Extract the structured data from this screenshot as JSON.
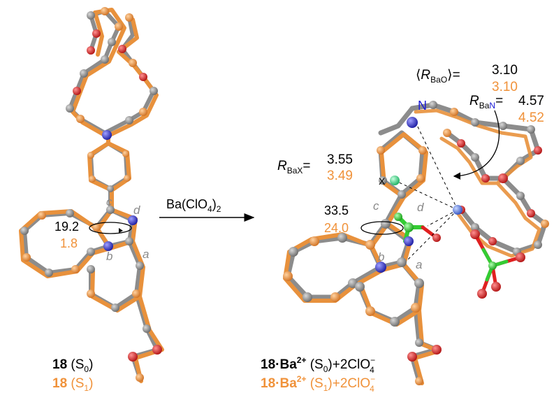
{
  "colors": {
    "s0_stick": "#8c8c8c",
    "s1_stick": "#e8913c",
    "carbon_s0": "#8f8f8f",
    "carbon_s1": "#f0923a",
    "nitrogen": "#3a3ad6",
    "oxygen": "#e02020",
    "chlorine": "#33cc33",
    "barium": "#5a7fe0",
    "dummy_x": "#3cdc8c",
    "text_black": "#000000",
    "text_orange": "#f0923a",
    "text_gray": "#8a8a8a",
    "text_blue": "#1a1ad6"
  },
  "left": {
    "angle_s0": "19.2",
    "angle_s1": "1.8",
    "bond_c": "c",
    "bond_d": "d",
    "bond_b": "b",
    "bond_a": "a",
    "caption_s0_num": "18",
    "caption_s0_state": " (S",
    "caption_s0_sub": "0",
    "caption_s0_close": ")",
    "caption_s1_num": "18",
    "caption_s1_state": " (S",
    "caption_s1_sub": "1",
    "caption_s1_close": ")"
  },
  "arrow": {
    "reagent_pre": "Ba(ClO",
    "reagent_sub": "4",
    "reagent_post": ")",
    "reagent_sub2": "2"
  },
  "right": {
    "rbao_label_open": "⟨",
    "rbao_R": "R",
    "rbao_sub": "BaO",
    "rbao_label_close": "⟩=",
    "rbao_s0": "3.10",
    "rbao_s1": "3.10",
    "rban_R": "R",
    "rban_sub_ba": "Ba",
    "rban_sub_n": "N",
    "rban_eq": "=",
    "rban_s0": "4.57",
    "rban_s1": "4.52",
    "rbax_R": "R",
    "rbax_sub": "BaX",
    "rbax_eq": "=",
    "rbax_s0": "3.55",
    "rbax_s1": "3.49",
    "angle_s0": "33.5",
    "angle_s1": "24.0",
    "atom_n": "N",
    "atom_x": "X",
    "bond_c": "c",
    "bond_d": "d",
    "bond_b": "b",
    "bond_a": "a",
    "cap_s0_num": "18",
    "cap_s0_dot": "·",
    "cap_s0_ba": "Ba",
    "cap_s0_charge": "2+",
    "cap_s0_state": " (S",
    "cap_s0_sub": "0",
    "cap_s0_close": ")+2ClO",
    "cap_s0_ion_sup": "−",
    "cap_s0_ion_sub": "4",
    "cap_s1_num": "18",
    "cap_s1_dot": "·",
    "cap_s1_ba": "Ba",
    "cap_s1_charge": "2+",
    "cap_s1_state": " (S",
    "cap_s1_sub": "1",
    "cap_s1_close": ")+2ClO",
    "cap_s1_ion_sup": "−",
    "cap_s1_ion_sub": "4"
  }
}
